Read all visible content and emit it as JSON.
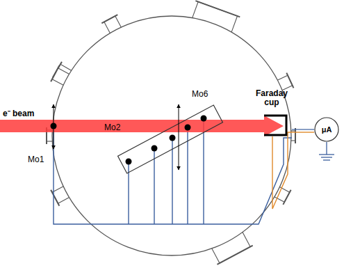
{
  "diagram": {
    "nodes": [
      {
        "text": [
          "Faraday cup"
        ]
      },
      {
        "text": [
          "μA"
        ]
      }
    ],
    "edges": [
      {
        "from": 0,
        "to": 1,
        "arrow": "none"
      }
    ],
    "labels": [
      "e⁻ beam",
      "Mo1",
      "Mo2",
      "Mo6"
    ]
  }
}
